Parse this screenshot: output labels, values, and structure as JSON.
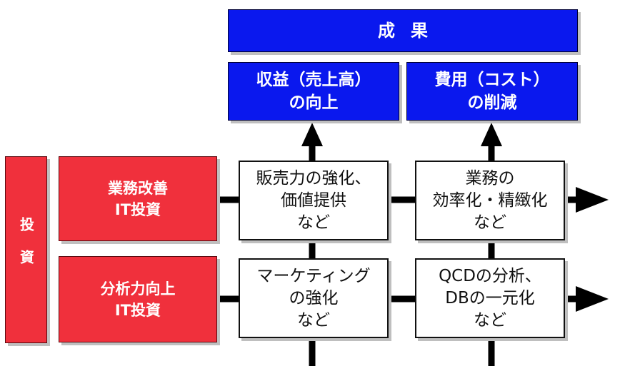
{
  "diagram": {
    "result": {
      "label": "成果"
    },
    "outcomes": [
      {
        "label": "収益（売上高）\nの向上"
      },
      {
        "label": "費用（コスト）\nの削減"
      }
    ],
    "investment": {
      "label": "投資"
    },
    "categories": [
      {
        "label": "業務改善\nIT投資"
      },
      {
        "label": "分析力向上\nIT投資"
      }
    ],
    "effects": [
      {
        "label": "販売力の強化、\n価値提供\nなど"
      },
      {
        "label": "業務の\n効率化・精緻化\nなど"
      },
      {
        "label": "マーケティング\nの強化\nなど"
      },
      {
        "label": "QCDの分析、\nDBの一元化\nなど"
      }
    ],
    "colors": {
      "result_box": "#0a18ee",
      "investment_box": "#f0303c",
      "connector": "#000000"
    }
  }
}
